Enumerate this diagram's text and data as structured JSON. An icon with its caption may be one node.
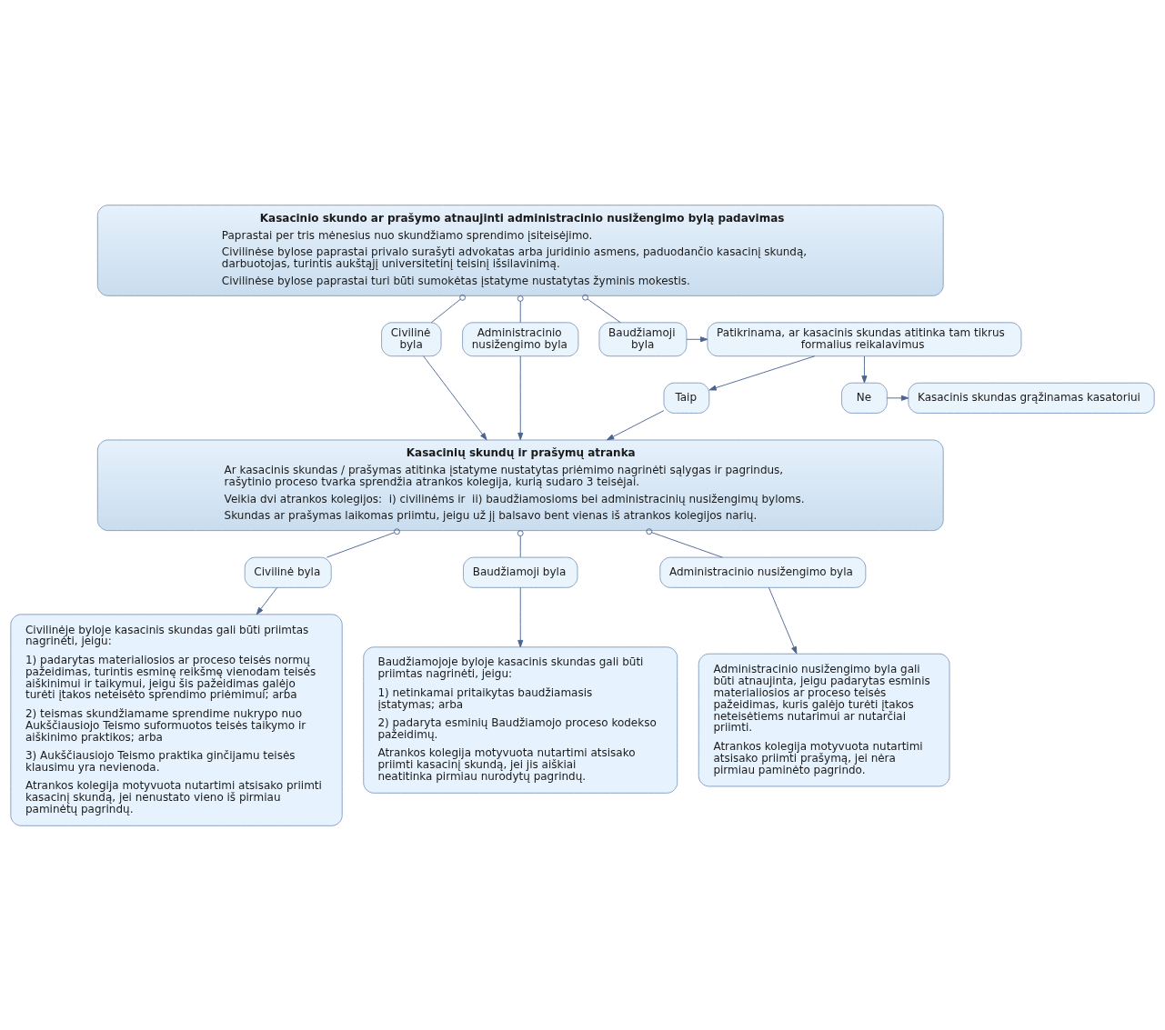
{
  "diagram": {
    "nodes": [
      {
        "text": [
          "Kasacinio skundo ar prašymo atnaujinti administracinio nusižengimo bylą padavimas",
          "Paprastai per tris mėnesius nuo skundžiamo sprendimo įsiteisėjimo.",
          "Civilinėse bylose paprastai privalo surašyti advokatas arba juridinio asmens, paduodančio kasacinį skundą, darbuotojas, turintis aukštąjį universitetinį teisinį išsilavinimą.",
          "Civilinėse bylose paprastai turi būti sumokėtas įstatyme nustatytas žyminis mokestis."
        ]
      },
      {
        "text": [
          "Civilinė byla"
        ]
      },
      {
        "text": [
          "Administracinio nusižengimo byla"
        ]
      },
      {
        "text": [
          "Baudžiamoji byla"
        ]
      },
      {
        "text": [
          "Patikrinama, ar kasacinis skundas atitinka tam tikrus formalius reikalavimus"
        ]
      },
      {
        "text": [
          "Taip"
        ]
      },
      {
        "text": [
          "Ne"
        ]
      },
      {
        "text": [
          "Kasacinis skundas grąžinamas kasatoriui"
        ]
      },
      {
        "text": [
          "Kasacinių skundų ir prašymų atranka",
          "Ar kasacinis skundas / prašymas atitinka įstatyme nustatytas priėmimo nagrinėti sąlygas ir pagrindus, rašytinio proceso tvarka sprendžia atrankos kolegija, kurią sudaro 3 teisėjai.",
          "Veikia dvi atrankos kolegijos:  i) civilinėms ir  ii) baudžiamosioms bei administracinių nusižengimų byloms.",
          "Skundas ar prašymas laikomas priimtu, jeigu už jį balsavo bent vienas iš atrankos kolegijos narių."
        ]
      },
      {
        "text": [
          "Civilinė byla"
        ]
      },
      {
        "text": [
          "Baudžiamoji byla"
        ]
      },
      {
        "text": [
          "Administracinio nusižengimo byla"
        ]
      },
      {
        "text": [
          "Civilinėje byloje kasacinis skundas gali būti priimtas nagrinėti, jeigu:",
          "1) padarytas materialiosios ar proceso teisės normų pažeidimas, turintis esminę reikšmę vienodam teisės aiškinimui ir taikymui, jeigu šis pažeidimas galėjo turėti įtakos neteisėto sprendimo priėmimui; arba",
          "2) teismas skundžiamame sprendime nukrypo nuo Aukščiausiojo Teismo suformuotos teisės taikymo ir aiškinimo praktikos; arba",
          "3) Aukščiausiojo Teismo praktika ginčijamu teisės klausimu yra nevienoda.",
          "Atrankos kolegija motyvuota nutartimi atsisako priimti kasacinį skundą, jei nenustato vieno iš pirmiau paminėtų pagrindų."
        ]
      },
      {
        "text": [
          "Baudžiamojoje byloje kasacinis skundas gali būti priimtas nagrinėti, jeigu:",
          "1) netinkamai pritaikytas baudžiamasis įstatymas; arba",
          "2) padaryta esminių Baudžiamojo proceso kodekso pažeidimų.",
          "Atrankos kolegija motyvuota nutartimi atsisako priimti kasacinį skundą, jei jis aiškiai neatitinka pirmiau nurodytų pagrindų."
        ]
      },
      {
        "text": [
          "Administracinio nusižengimo byla gali būti atnaujinta, jeigu padarytas esminis materialiosios ar proceso teisės pažeidimas, kuris galėjo turėti įtakos neteisėtiems nutarimui ar nutarčiai priimti.",
          "Atrankos kolegija motyvuota nutartimi atsisako priimti prašymą, jei nėra pirmiau paminėto pagrindo."
        ]
      }
    ],
    "edges": [
      {
        "from": 0,
        "to": 1,
        "arrow": "other"
      },
      {
        "from": 0,
        "to": 2,
        "arrow": "other"
      },
      {
        "from": 0,
        "to": 3,
        "arrow": "other"
      },
      {
        "from": 3,
        "to": 4,
        "arrow": "to"
      },
      {
        "from": 4,
        "to": 5,
        "arrow": "to"
      },
      {
        "from": 4,
        "to": 6,
        "arrow": "to"
      },
      {
        "from": 6,
        "to": 7,
        "arrow": "to"
      },
      {
        "from": 1,
        "to": 8,
        "arrow": "to"
      },
      {
        "from": 2,
        "to": 8,
        "arrow": "to"
      },
      {
        "from": 5,
        "to": 8,
        "arrow": "to"
      },
      {
        "from": 8,
        "to": 9,
        "arrow": "other"
      },
      {
        "from": 8,
        "to": 10,
        "arrow": "other"
      },
      {
        "from": 8,
        "to": 11,
        "arrow": "other"
      },
      {
        "from": 9,
        "to": 12,
        "arrow": "to"
      },
      {
        "from": 10,
        "to": 13,
        "arrow": "to"
      },
      {
        "from": 11,
        "to": 14,
        "arrow": "to"
      }
    ]
  }
}
